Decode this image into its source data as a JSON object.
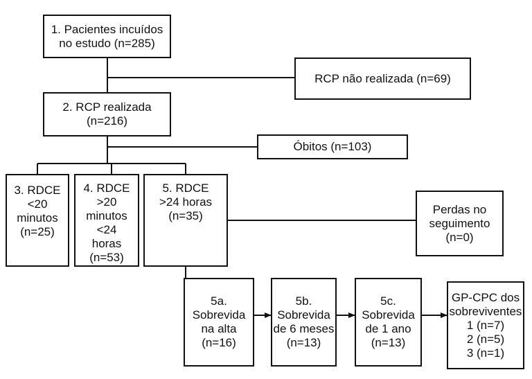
{
  "boxes": {
    "b1": {
      "lines": [
        "1. Pacientes incuídos",
        "no estudo (n=285)"
      ]
    },
    "rcp_nao": {
      "lines": [
        "RCP não realizada (n=69)"
      ]
    },
    "b2": {
      "lines": [
        "2. RCP realizada",
        "(n=216)"
      ]
    },
    "obitos": {
      "lines": [
        "Óbitos (n=103)"
      ]
    },
    "b3": {
      "lines": [
        "3. RDCE",
        "<20",
        "minutos",
        "(n=25)"
      ]
    },
    "b4": {
      "lines": [
        "4. RDCE",
        ">20",
        "minutos",
        "<24",
        "horas",
        "(n=53)"
      ]
    },
    "b5": {
      "lines": [
        "5. RDCE",
        ">24 horas",
        "(n=35)"
      ]
    },
    "perdas": {
      "lines": [
        "Perdas no",
        "seguimento",
        "(n=0)"
      ]
    },
    "b5a": {
      "lines": [
        "5a.",
        "Sobrevida",
        "na alta",
        "(n=16)"
      ]
    },
    "b5b": {
      "lines": [
        "5b.",
        "Sobrevida",
        "de 6 meses",
        "(n=13)"
      ]
    },
    "b5c": {
      "lines": [
        "5c.",
        "Sobrevida",
        "de 1 ano",
        "(n=13)"
      ]
    },
    "gp": {
      "lines": [
        "GP-CPC dos",
        "sobreviventes",
        "1 (n=7)",
        "2 (n=5)",
        "3 (n=1)"
      ]
    }
  }
}
